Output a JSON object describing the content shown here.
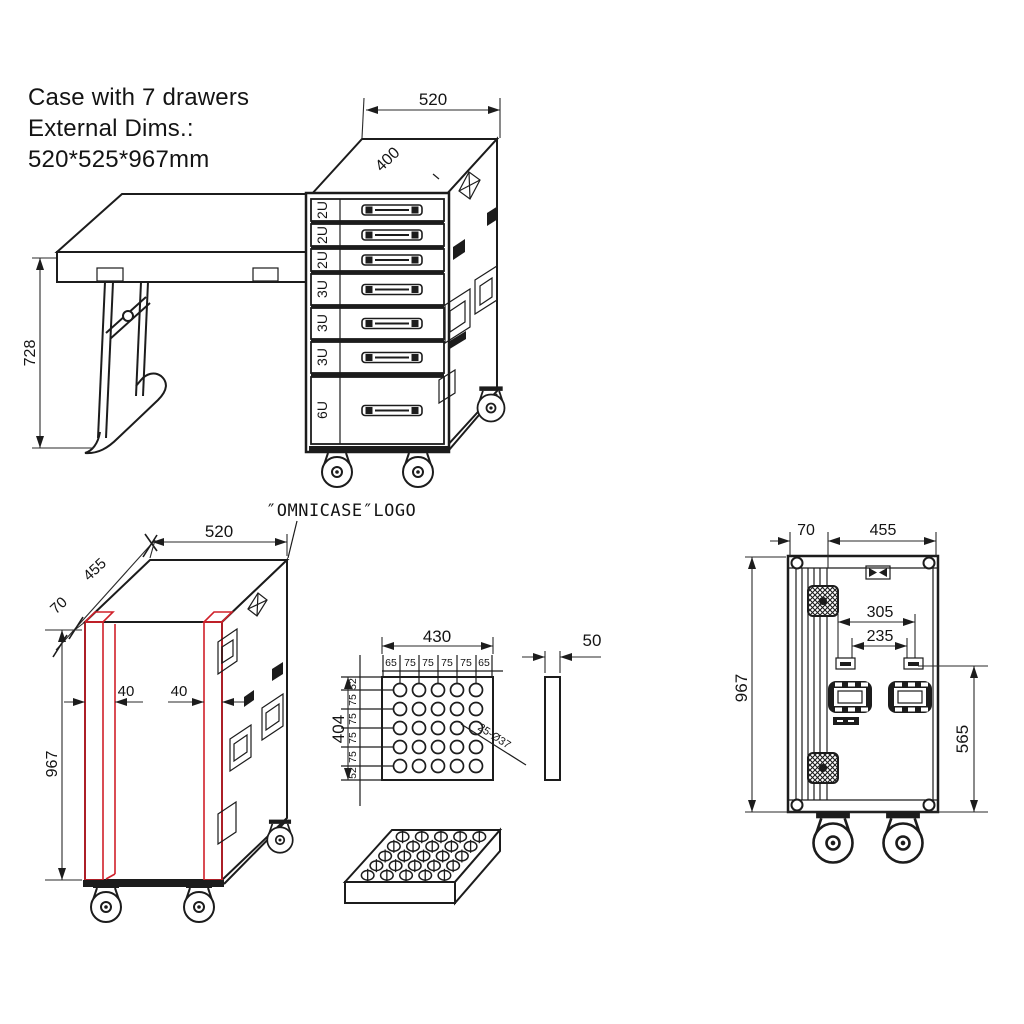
{
  "colors": {
    "ink": "#1c1c1c",
    "red": "#d0202a",
    "background": "#ffffff"
  },
  "header": {
    "lines": [
      "Case with 7 drawers",
      "External Dims.:",
      "520*525*967mm"
    ]
  },
  "labels": {
    "logo": "″OMNICASE″LOGO"
  },
  "table_view": {
    "width": "520",
    "depth": "400",
    "table_height": "728",
    "drawers": [
      "2U",
      "2U",
      "2U",
      "3U",
      "3U",
      "3U",
      "6U"
    ]
  },
  "iso_view": {
    "width": "520",
    "depth": "455",
    "lid_depth": "70",
    "height": "967",
    "strip_left": "40",
    "strip_right": "40"
  },
  "plate_view": {
    "width": "430",
    "height": "404",
    "thickness": "50",
    "col_spacing": [
      "65",
      "75",
      "75",
      "75",
      "75",
      "65"
    ],
    "row_spacing": [
      "52",
      "75",
      "75",
      "75",
      "75",
      "52"
    ],
    "holes_note": "25-Ø37"
  },
  "front_view": {
    "lid_depth": "70",
    "width": "455",
    "height": "967",
    "span_outer": "305",
    "span_inner": "235",
    "latch_height": "565"
  }
}
